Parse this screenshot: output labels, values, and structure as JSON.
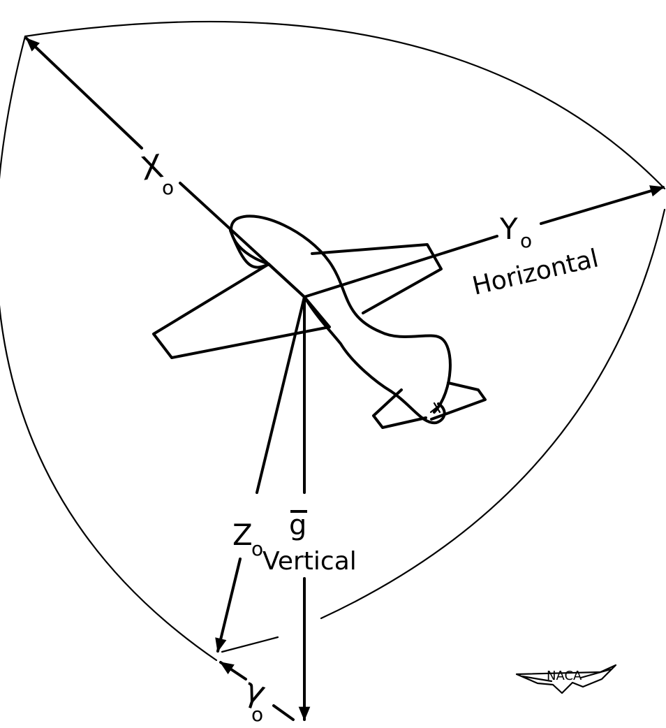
{
  "diagram": {
    "axes": {
      "x_axis": {
        "label": "X",
        "subscript": "o"
      },
      "y_axis": {
        "label": "Y",
        "subscript": "o",
        "caption": "Horizontal"
      },
      "z_axis": {
        "label": "Z",
        "subscript": "o"
      },
      "gravity": {
        "label": "g",
        "caption": "Vertical"
      },
      "gamma": {
        "label": "γ",
        "subscript": "o"
      }
    },
    "logo": {
      "text": "NACA"
    },
    "colors": {
      "ink": "#000000",
      "background": "#ffffff"
    }
  }
}
